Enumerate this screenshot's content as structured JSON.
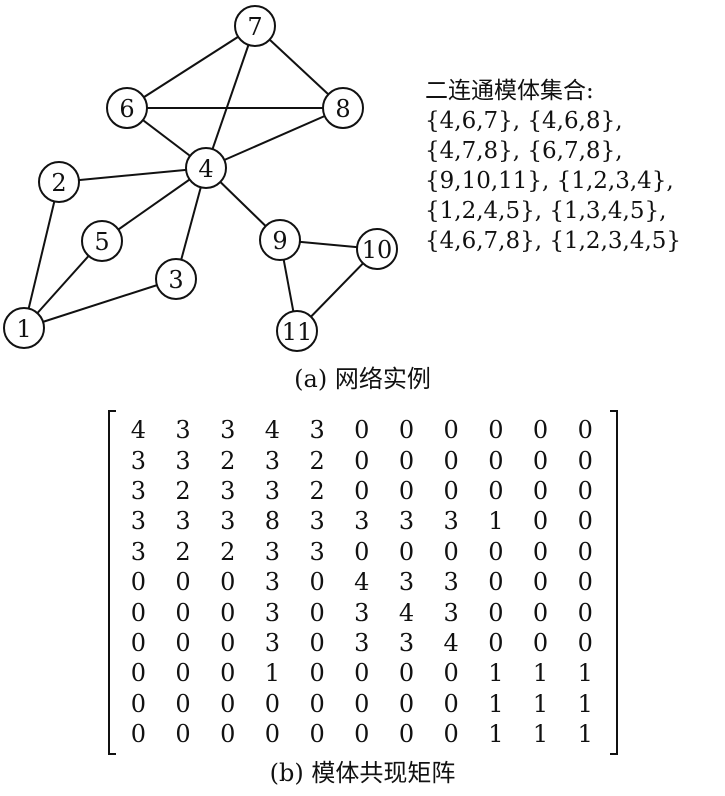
{
  "network": {
    "nodes": [
      {
        "id": "1",
        "label": "1"
      },
      {
        "id": "2",
        "label": "2"
      },
      {
        "id": "3",
        "label": "3"
      },
      {
        "id": "4",
        "label": "4"
      },
      {
        "id": "5",
        "label": "5"
      },
      {
        "id": "6",
        "label": "6"
      },
      {
        "id": "7",
        "label": "7"
      },
      {
        "id": "8",
        "label": "8"
      },
      {
        "id": "9",
        "label": "9"
      },
      {
        "id": "10",
        "label": "10"
      },
      {
        "id": "11",
        "label": "11"
      }
    ],
    "edges": [
      [
        "7",
        "6"
      ],
      [
        "7",
        "8"
      ],
      [
        "7",
        "4"
      ],
      [
        "6",
        "8"
      ],
      [
        "6",
        "4"
      ],
      [
        "8",
        "4"
      ],
      [
        "4",
        "2"
      ],
      [
        "4",
        "5"
      ],
      [
        "4",
        "3"
      ],
      [
        "4",
        "9"
      ],
      [
        "2",
        "1"
      ],
      [
        "5",
        "1"
      ],
      [
        "3",
        "1"
      ],
      [
        "9",
        "10"
      ],
      [
        "9",
        "11"
      ],
      [
        "10",
        "11"
      ]
    ]
  },
  "sets_panel": {
    "title": "二连通模体集合:",
    "lines": [
      "{4,6,7}, {4,6,8},",
      "{4,7,8}, {6,7,8},",
      "{9,10,11}, {1,2,3,4},",
      "{1,2,4,5}, {1,3,4,5},",
      "{4,6,7,8}, {1,2,3,4,5}"
    ]
  },
  "caption_a": "(a) 网络实例",
  "matrix": {
    "rows": [
      [
        "4",
        "3",
        "3",
        "4",
        "3",
        "0",
        "0",
        "0",
        "0",
        "0",
        "0"
      ],
      [
        "3",
        "3",
        "2",
        "3",
        "2",
        "0",
        "0",
        "0",
        "0",
        "0",
        "0"
      ],
      [
        "3",
        "2",
        "3",
        "3",
        "2",
        "0",
        "0",
        "0",
        "0",
        "0",
        "0"
      ],
      [
        "3",
        "3",
        "3",
        "8",
        "3",
        "3",
        "3",
        "3",
        "1",
        "0",
        "0"
      ],
      [
        "3",
        "2",
        "2",
        "3",
        "3",
        "0",
        "0",
        "0",
        "0",
        "0",
        "0"
      ],
      [
        "0",
        "0",
        "0",
        "3",
        "0",
        "4",
        "3",
        "3",
        "0",
        "0",
        "0"
      ],
      [
        "0",
        "0",
        "0",
        "3",
        "0",
        "3",
        "4",
        "3",
        "0",
        "0",
        "0"
      ],
      [
        "0",
        "0",
        "0",
        "3",
        "0",
        "3",
        "3",
        "4",
        "0",
        "0",
        "0"
      ],
      [
        "0",
        "0",
        "0",
        "1",
        "0",
        "0",
        "0",
        "0",
        "1",
        "1",
        "1"
      ],
      [
        "0",
        "0",
        "0",
        "0",
        "0",
        "0",
        "0",
        "0",
        "1",
        "1",
        "1"
      ],
      [
        "0",
        "0",
        "0",
        "0",
        "0",
        "0",
        "0",
        "0",
        "1",
        "1",
        "1"
      ]
    ]
  },
  "caption_b": "(b) 模体共现矩阵"
}
